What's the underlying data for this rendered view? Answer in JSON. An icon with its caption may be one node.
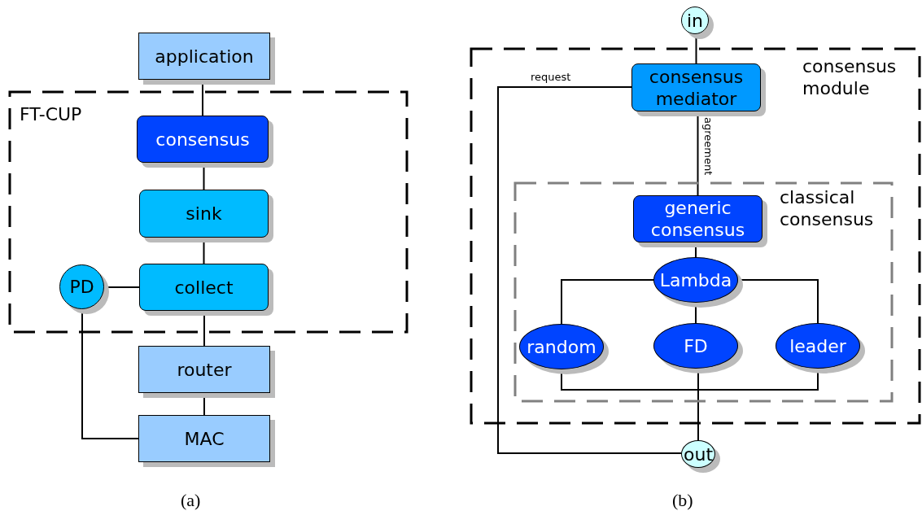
{
  "diagram": {
    "nodes": [
      {
        "text": [
          "FT-CUP"
        ]
      },
      {
        "text": [
          "application"
        ]
      },
      {
        "text": [
          "consensus"
        ],
        "in": 0
      },
      {
        "text": [
          "sink"
        ],
        "in": 0
      },
      {
        "text": [
          "collect"
        ],
        "in": 0
      },
      {
        "text": [
          "PD"
        ],
        "in": 0
      },
      {
        "text": [
          "router"
        ]
      },
      {
        "text": [
          "MAC"
        ]
      },
      {
        "text": [
          "consensus module"
        ]
      },
      {
        "text": [
          "in"
        ]
      },
      {
        "text": [
          "consensus mediator"
        ],
        "in": 8
      },
      {
        "text": [
          "classical consensus"
        ],
        "in": 8
      },
      {
        "text": [
          "generic consensus"
        ],
        "in": 11
      },
      {
        "text": [
          "Lambda"
        ],
        "in": 11
      },
      {
        "text": [
          "random"
        ],
        "in": 11
      },
      {
        "text": [
          "FD"
        ],
        "in": 11
      },
      {
        "text": [
          "leader"
        ],
        "in": 11
      },
      {
        "text": [
          "out"
        ]
      }
    ],
    "edges": [
      {
        "from": 1,
        "to": 2,
        "arrow": "none"
      },
      {
        "from": 2,
        "to": 3,
        "arrow": "none"
      },
      {
        "from": 3,
        "to": 4,
        "arrow": "none"
      },
      {
        "from": 5,
        "to": 4,
        "arrow": "none"
      },
      {
        "from": 4,
        "to": 6,
        "arrow": "none"
      },
      {
        "from": 6,
        "to": 7,
        "arrow": "none"
      },
      {
        "from": 5,
        "to": 7,
        "arrow": "none"
      },
      {
        "from": 9,
        "to": 10,
        "arrow": "none"
      },
      {
        "from": 10,
        "to": 17,
        "label": "request",
        "arrow": "none"
      },
      {
        "from": 10,
        "to": 12,
        "label": "agreement",
        "arrow": "none"
      },
      {
        "from": 12,
        "to": 13,
        "arrow": "none"
      },
      {
        "from": 13,
        "to": 14,
        "arrow": "none"
      },
      {
        "from": 13,
        "to": 15,
        "arrow": "none"
      },
      {
        "from": 13,
        "to": 16,
        "arrow": "none"
      },
      {
        "from": 14,
        "to": 17,
        "arrow": "none"
      },
      {
        "from": 15,
        "to": 17,
        "arrow": "none"
      },
      {
        "from": 16,
        "to": 17,
        "arrow": "none"
      }
    ],
    "labels": [
      "(a)",
      "(b)"
    ]
  }
}
